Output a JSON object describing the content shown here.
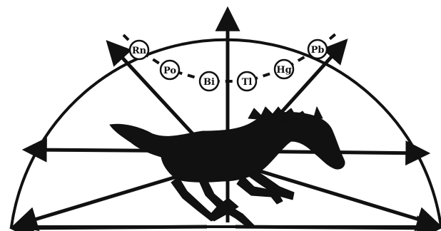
{
  "colors": {
    "ink": "#111111",
    "background": "#ffffff",
    "node_fill": "#ffffff"
  },
  "figure": {
    "shape": "semicircle",
    "arrow_count": 10,
    "center_image": "galloping-horse-silhouette"
  },
  "nodes": [
    {
      "label": "Rn"
    },
    {
      "label": "Po"
    },
    {
      "label": "Bi"
    },
    {
      "label": "Tl"
    },
    {
      "label": "Hg"
    },
    {
      "label": "Pb"
    }
  ]
}
